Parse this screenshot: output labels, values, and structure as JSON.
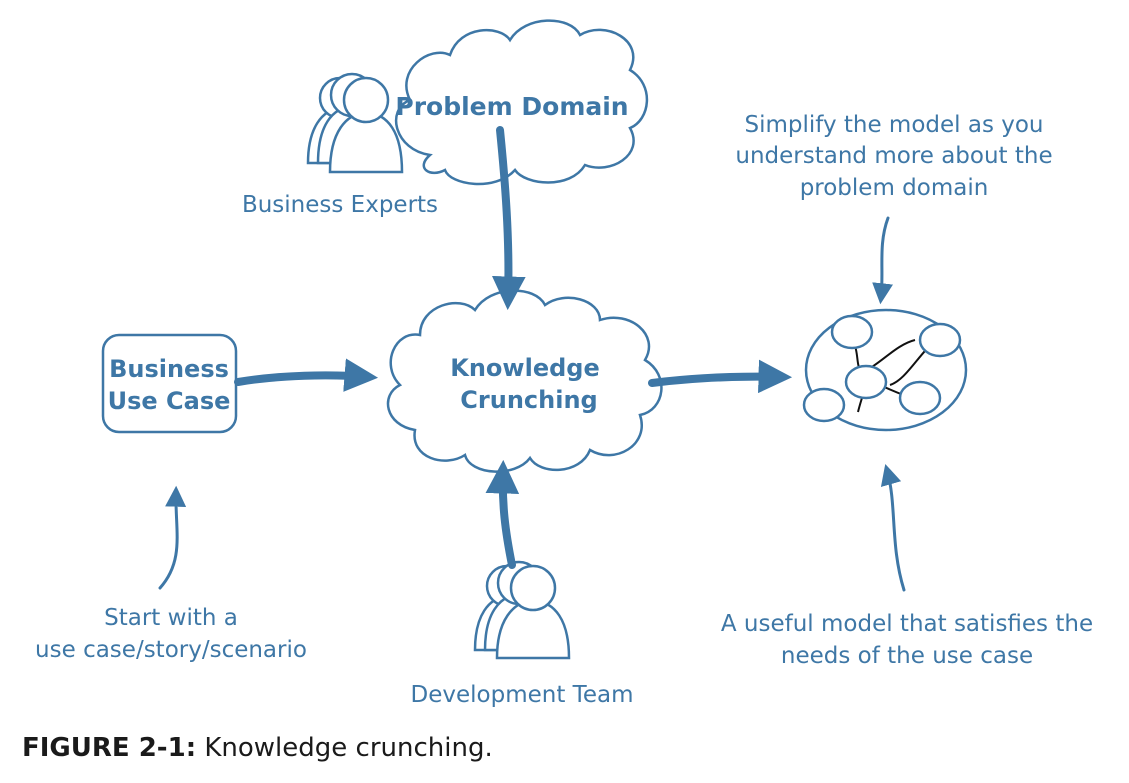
{
  "colors": {
    "primary": "#3e77a6",
    "cloud_fill": "#ffffff",
    "text": "#3e77a6",
    "model_link": "#111111",
    "caption": "#1a1a1a"
  },
  "nodes": {
    "problem_domain": "Problem Domain",
    "business_use_case": [
      "Business",
      "Use Case"
    ],
    "knowledge_crunching": [
      "Knowledge",
      "Crunching"
    ]
  },
  "labels": {
    "business_experts": "Business Experts",
    "development_team": "Development Team",
    "start_with": [
      "Start with a",
      "use case/story/scenario"
    ],
    "simplify": [
      "Simplify the model as you",
      "understand more about the",
      "problem domain"
    ],
    "useful_model": [
      "A useful model that satisfies the",
      "needs of the use case"
    ]
  },
  "icons": {
    "experts": "people-group-icon",
    "team": "people-group-icon",
    "model": "domain-model-icon"
  },
  "caption": {
    "figure": "FIGURE 2-1:",
    "text": "Knowledge crunching."
  }
}
